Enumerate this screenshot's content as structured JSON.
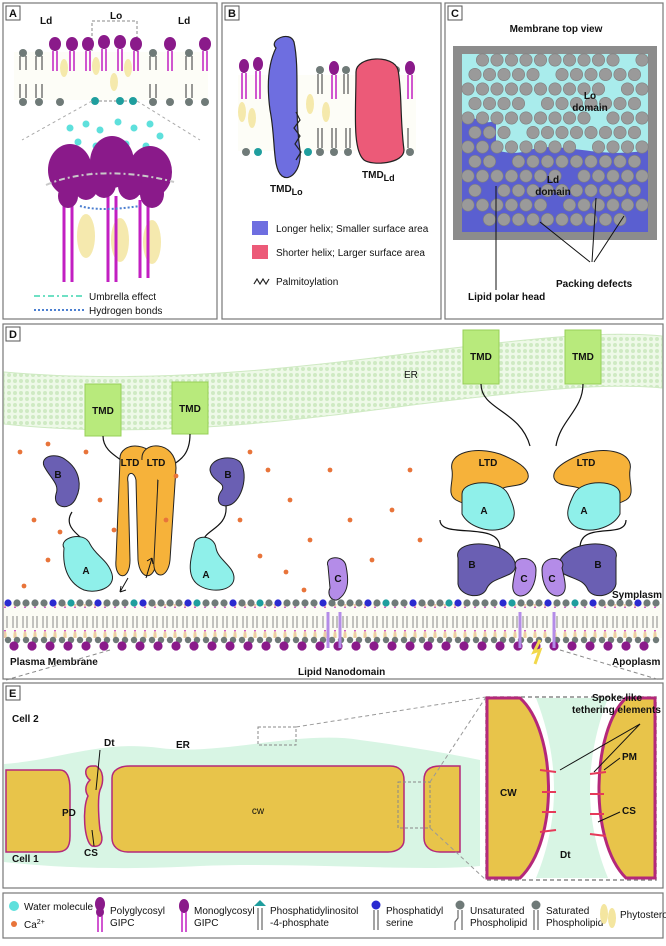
{
  "panels": {
    "a": {
      "tag": "A",
      "ld_left": "Ld",
      "lo": "Lo",
      "ld_right": "Ld",
      "legend_umbrella": "Umbrella effect",
      "legend_hbond": "Hydrogen bonds"
    },
    "b": {
      "tag": "B",
      "tmd_lo": "TMD",
      "tmd_lo_sub": "Lo",
      "tmd_ld": "TMD",
      "tmd_ld_sub": "Ld",
      "legend_long": "Longer helix; Smaller surface area",
      "legend_short": "Shorter helix; Larger surface area",
      "legend_palm": "Palmitoylation"
    },
    "c": {
      "tag": "C",
      "title": "Membrane top view",
      "lo_domain_1": "Lo",
      "lo_domain_2": "domain",
      "ld_domain_1": "Ld",
      "ld_domain_2": "domain",
      "packing": "Packing defects",
      "polar_head": "Lipid polar head"
    },
    "d": {
      "tag": "D",
      "er": "ER",
      "tmd": "TMD",
      "ltd": "LTD",
      "a": "A",
      "b": "B",
      "c": "C",
      "symplasm": "Symplasm",
      "apoplasm": "Apoplasm",
      "plasma_membrane": "Plasma Membrane",
      "lipid_nanodomain": "Lipid Nanodomain"
    },
    "e": {
      "tag": "E",
      "cell2": "Cell 2",
      "cell1": "Cell 1",
      "dt": "Dt",
      "er": "ER",
      "pd": "PD",
      "cw": "cw",
      "cs": "CS",
      "spoke_1": "Spoke-like",
      "spoke_2": "tethering elements",
      "inset_cw": "CW",
      "inset_pm": "PM",
      "inset_cs": "CS",
      "inset_dt": "Dt"
    }
  },
  "legend": {
    "water": "Water molecule",
    "ca": "Ca",
    "ca_sup": "2+",
    "poly_1": "Polyglycosyl",
    "poly_2": "GIPC",
    "mono_1": "Monoglycosyl",
    "mono_2": "GIPC",
    "pip_1": "Phosphatidylinositol",
    "pip_2": "-4-phosphate",
    "ps_1": "Phosphatidyl",
    "ps_2": "serine",
    "unsat_1": "Unsaturated",
    "unsat_2": "Phospholipid",
    "sat_1": "Saturated",
    "sat_2": "Phospholipid",
    "sterol": "Phytosterol"
  },
  "colors": {
    "purple": "#8a1a8a",
    "magenta": "#c21fc2",
    "teal": "#1f9e9e",
    "gray": "#6f7a78",
    "sterol": "#f4e6a0",
    "tmd_blue": "#6e6ee0",
    "tmd_red": "#ec5a78",
    "cyan": "#8ff0ea",
    "orange": "#f6b23a",
    "violet": "#6a5fb3",
    "lilac": "#b48ce8",
    "er_green": "#d8f0cf",
    "wall": "#e8c44a",
    "wall_edge": "#b4287a",
    "calcium": "#e8743a"
  }
}
